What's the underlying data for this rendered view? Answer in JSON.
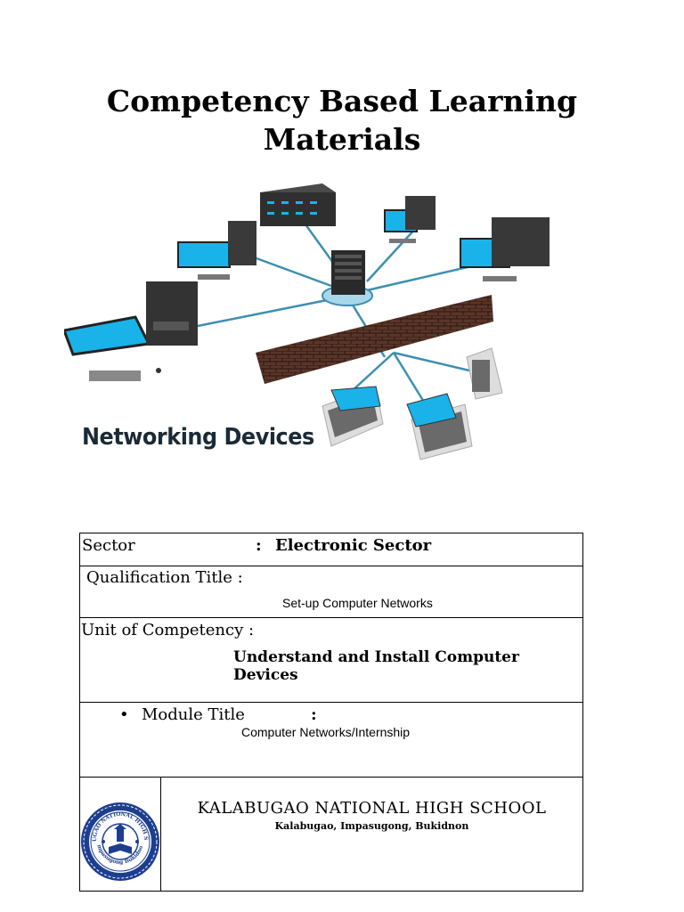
{
  "document": {
    "title_line1": "Competency Based Learning",
    "title_line2": "Materials"
  },
  "hero": {
    "caption": "Networking Devices",
    "icons": [
      "server-rack-icon",
      "desktop-computer-icon",
      "laptop-icon",
      "firewall-icon",
      "network-hub-icon"
    ]
  },
  "table": {
    "sector_label": "Sector",
    "sector_colon": ":",
    "sector_value": "Electronic Sector",
    "qualification_label": "Qualification Title :",
    "qualification_value": "Set-up Computer Networks",
    "unit_label": "Unit of Competency :",
    "unit_value": "Understand and Install Computer Devices",
    "module_bullet": "•",
    "module_label": "Module Title",
    "module_colon": ":",
    "module_value": "Computer Networks/Internship",
    "school_name": "KALABUGAO NATIONAL HIGH SCHOOL",
    "school_address": "Kalabugao, Impasugong, Bukidnon",
    "seal_text_top": "KALABUGAO NATIONAL HIGH SCHOOL",
    "seal_text_bottom": "Impasugong Bukidnon"
  },
  "colors": {
    "seal_blue": "#1d3e8f",
    "monitor_blue": "#19b3ea",
    "brick": "#5a3528",
    "cable": "#3c8fb0"
  }
}
